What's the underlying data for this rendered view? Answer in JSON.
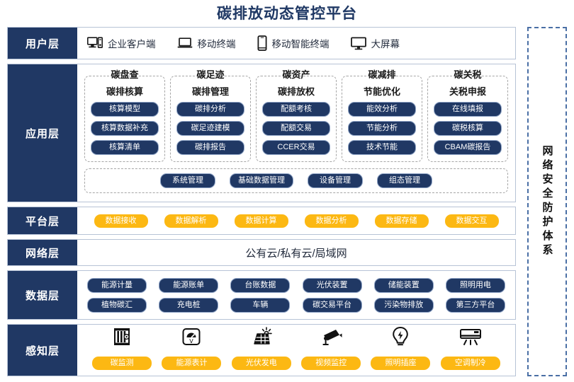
{
  "title": "碳排放动态管控平台",
  "theme": {
    "navy": "#203864",
    "orange": "#fcb813",
    "border": "#b7c3d6",
    "dashed": "#a6a6a6",
    "security_dash": "#4a6fa5"
  },
  "security_column": {
    "label": "网络安全防护体系"
  },
  "layers": {
    "user": {
      "label": "用户层",
      "items": [
        {
          "icon": "desktop-tower-icon",
          "label": "企业客户端"
        },
        {
          "icon": "laptop-icon",
          "label": "移动终端"
        },
        {
          "icon": "smartphone-icon",
          "label": "移动智能终端"
        },
        {
          "icon": "monitor-icon",
          "label": "大屏幕"
        }
      ]
    },
    "application": {
      "label": "应用层",
      "groups": [
        {
          "title": "碳盘查",
          "subtitle": "碳排核算",
          "items": [
            "核算模型",
            "核算数据补充",
            "核算清单"
          ]
        },
        {
          "title": "碳足迹",
          "subtitle": "碳排管理",
          "items": [
            "碳排分析",
            "碳足迹建模",
            "碳排报告"
          ]
        },
        {
          "title": "碳资产",
          "subtitle": "碳排放权",
          "items": [
            "配额考核",
            "配额交易",
            "CCER交易"
          ]
        },
        {
          "title": "碳减排",
          "subtitle": "节能优化",
          "items": [
            "能效分析",
            "节能分析",
            "技术节能"
          ]
        },
        {
          "title": "碳关税",
          "subtitle": "关税申报",
          "items": [
            "在线填报",
            "碳税核算",
            "CBAM碳报告"
          ]
        }
      ],
      "management": [
        "系统管理",
        "基础数据管理",
        "设备管理",
        "组态管理"
      ]
    },
    "platform": {
      "label": "平台层",
      "items": [
        "数据接收",
        "数据解析",
        "数据计算",
        "数据分析",
        "数据存储",
        "数据交互"
      ]
    },
    "network": {
      "label": "网络层",
      "text": "公有云/私有云/局域网"
    },
    "data": {
      "label": "数据层",
      "rows": [
        [
          "能源计量",
          "能源账单",
          "台账数据",
          "光伏装置",
          "储能装置",
          "照明用电"
        ],
        [
          "植物碳汇",
          "充电桩",
          "车辆",
          "碳交易平台",
          "污染物排放",
          "第三方平台"
        ]
      ]
    },
    "perception": {
      "label": "感知层",
      "items": [
        {
          "icon": "carbon-monitor-icon",
          "label": "碳监测"
        },
        {
          "icon": "energy-meter-icon",
          "label": "能源表计"
        },
        {
          "icon": "solar-panel-icon",
          "label": "光伏发电"
        },
        {
          "icon": "cctv-camera-icon",
          "label": "视频监控"
        },
        {
          "icon": "light-bulb-icon",
          "label": "照明插座"
        },
        {
          "icon": "air-conditioner-icon",
          "label": "空调制冷"
        }
      ]
    }
  }
}
